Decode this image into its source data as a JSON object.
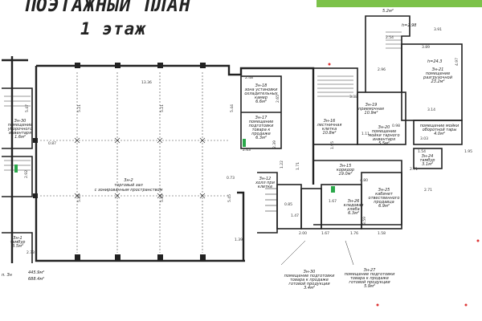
{
  "plan": {
    "title": "ПОЭТАЖНЫЙ ПЛАН",
    "subtitle": "1 этаж",
    "banner_color": "#7cc24a"
  },
  "rooms": {
    "r3n30": "Зн-30\nпомещение\nуборочного\nинвентаря\n1.6м²",
    "r3n2": "Зн-2\nторговый зал\nс зонированным пространством",
    "r3n18": "Зн-18\nзона установки\nохладительных\nкамер\n6.6м²",
    "r3n17": "Зн-17\nпомещение\nподготовки\nтовара к\nпродаже\n6.3м²",
    "r3n16": "Зн-16\nлестничная\nклетка\n10.8м²",
    "r3n19": "Зн-19\nприемочная\n10.9м²",
    "r3n20": "Зн-20\nпомещение\nмойки тарного\nинвентаря\n5.5м²",
    "r3n21": "Зн-21\nпомещение\nразгрузочной\n23.2м²",
    "r3n22": "помещение мойки\nоборотной тары\n4.0м²",
    "r3n24": "Зн-24\nтамбур\n3.1м²",
    "r3n15": "Зн-15\nкоридор\n19.0м²",
    "r3n25": "Зн-25\nкабинет\nотвественного\nпродавца\n6.9м²",
    "r3n26": "Зн-26\nкладовая\nхлеба\n6.3м²",
    "r3n12": "Зн-12\nхолл при\nклетке",
    "r3n1": "Зн-1\nтамбур\n3.5м²",
    "r3n30b": "Зн-30\nпомещение подготовки\nтовара к продаже\nготовой продукции\n3.4м²",
    "r3n27": "Зн-27\nпомещение подготовки\nтовара к продаже\nготовой продукции\n5.9м²",
    "stair_area": "h=2.98",
    "r3n21_area": "h=24.3",
    "top_area": "5.2м²",
    "totals": "445.9м²\n688.4м²",
    "totals_prefix": "п. Зн"
  },
  "dims": {
    "d1": "13.36",
    "d2": "5.47",
    "d3": "5.21",
    "d4": "5.21",
    "d5": "5.44",
    "d6": "0.87",
    "d7": "2.92",
    "d8": "5.45",
    "d9": "5.45",
    "d10": "5.45",
    "d11": "1.39",
    "d12": "2.48",
    "d13": "2.65",
    "d14": "2.63",
    "d15": "2.39",
    "d16": "3.91",
    "d17": "3.89",
    "d18": "4.97",
    "d19": "2.54",
    "d20": "3.38",
    "d21": "2.96",
    "d22": "1.22",
    "d23": "1.71",
    "d24": "4.80",
    "d25": "2.71",
    "d26": "2.71",
    "d27": "1.95",
    "d28": "3.03",
    "d29": "1.54",
    "d30": "2.00",
    "d31": "1.67",
    "d32": "1.76",
    "d33": "1.58",
    "d34": "0.85",
    "d35": "1.47",
    "d36": "2.73",
    "d37": "1.95",
    "d38": "3.14",
    "d39": "1.67",
    "d40": "0.73",
    "d41": "3.59",
    "d42": "1.11",
    "d43": "0.98"
  }
}
